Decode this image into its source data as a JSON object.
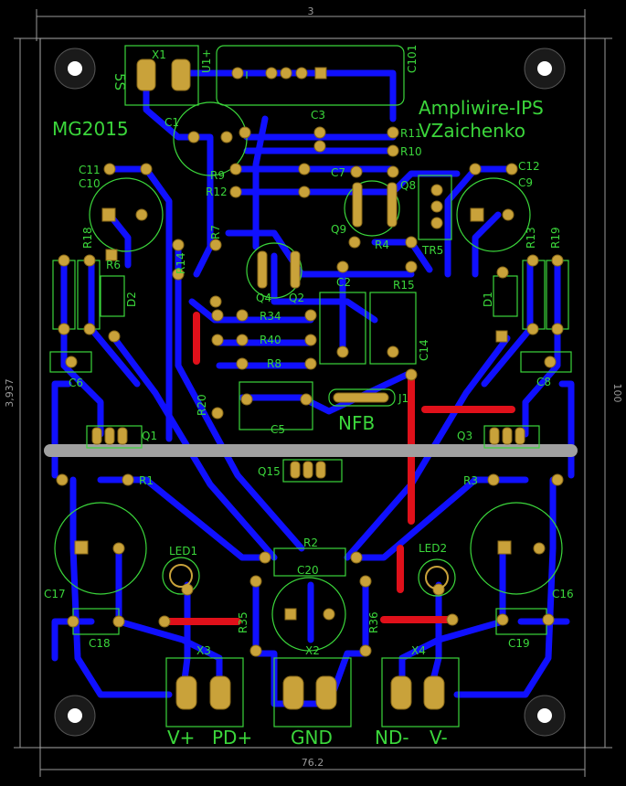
{
  "dimensions": {
    "top": "3",
    "left": "3,937",
    "right": "100",
    "bottom": "76.2"
  },
  "board": {
    "title_line1": "Ampliwire-IPS",
    "title_line2": "VZaichenko",
    "year_label": "MG2015",
    "nfb_label": "NFB",
    "connector_labels": [
      "V+",
      "PD+",
      "GND",
      "ND-",
      "V-"
    ]
  },
  "components": [
    "X1",
    "C101",
    "U1+",
    "5S",
    "C1",
    "C3",
    "R11",
    "R10",
    "C7",
    "Q8",
    "C11",
    "C12",
    "C10",
    "C9",
    "R9",
    "R12",
    "Q9",
    "TR5",
    "R7",
    "R4",
    "R18",
    "R6",
    "R13",
    "R19",
    "R14",
    "D2",
    "D1",
    "Q4",
    "Q2",
    "C2",
    "R15",
    "R34",
    "R40",
    "R8",
    "C14",
    "C6",
    "C8",
    "R20",
    "C5",
    "J1",
    "Q1",
    "Q3",
    "Q15",
    "R1",
    "R3",
    "LED1",
    "LED2",
    "R2",
    "C20",
    "C17",
    "C16",
    "C18",
    "C19",
    "R35",
    "R36",
    "X3",
    "X2",
    "X4"
  ],
  "colors": {
    "background": "#000000",
    "trace": "#1010ff",
    "jumper": "#e0101a",
    "silkscreen": "#3bd63b",
    "pad": "#c9a23a",
    "heatsink_bar": "#a0a0a0"
  }
}
